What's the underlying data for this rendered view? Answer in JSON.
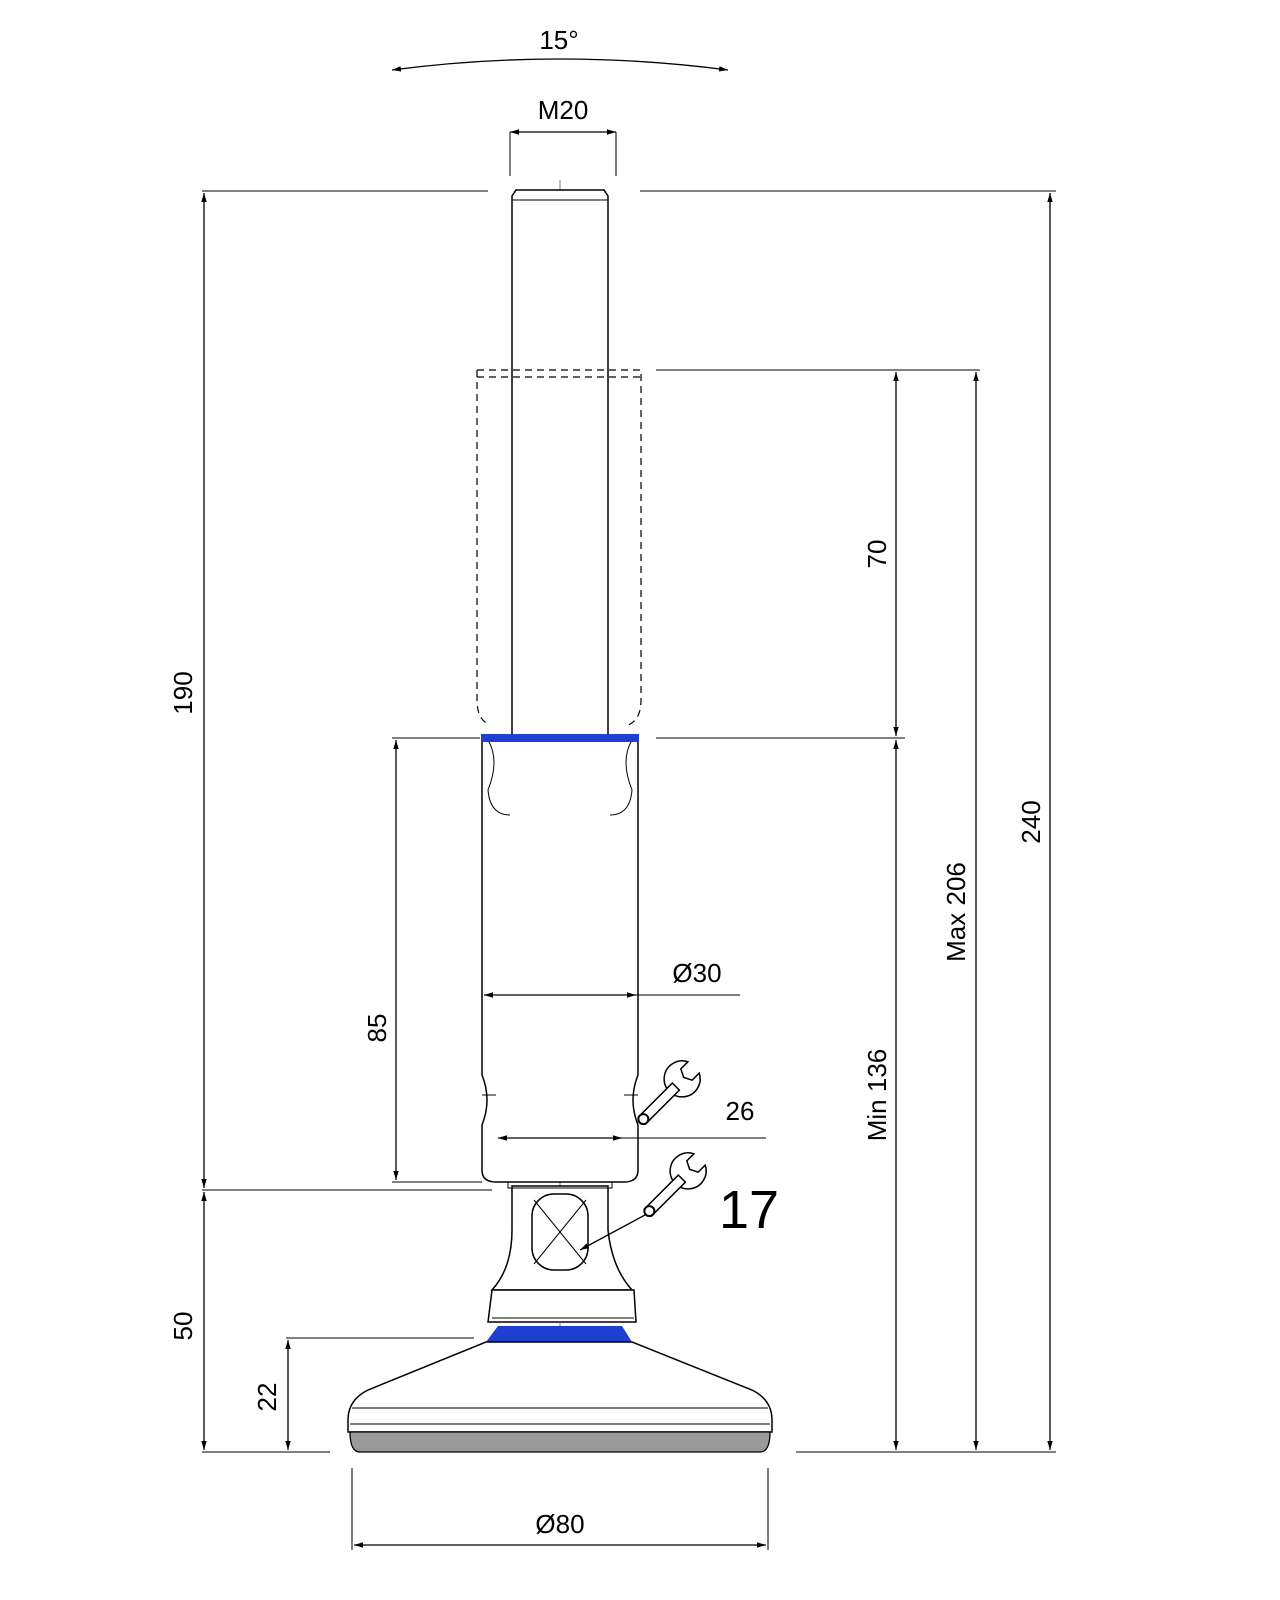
{
  "drawing": {
    "dimensions": {
      "angle": "15°",
      "thread": "M20",
      "total_height": "240",
      "max_height": "Max 206",
      "min_height": "Min 136",
      "stroke": "70",
      "housing_length": "190",
      "body_length": "85",
      "body_diameter": "Ø30",
      "base_height": "50",
      "foot_height": "22",
      "foot_diameter": "Ø80"
    },
    "wrench_sizes": {
      "body_flat": "26",
      "ball_flat": "17"
    },
    "colors": {
      "seal": "#1f3fd0",
      "pad": "#9a9a9a",
      "line": "#000000"
    },
    "icons": [
      "wrench-icon",
      "wrench-icon"
    ]
  }
}
